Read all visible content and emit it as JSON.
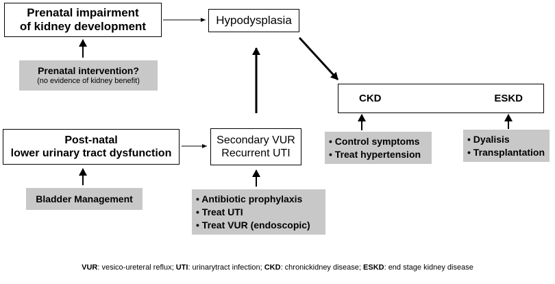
{
  "boxes": {
    "prenatal_impairment": [
      "Prenatal impairment",
      "of kidney development"
    ],
    "hypodysplasia": "Hypodysplasia",
    "ckd": "CKD",
    "eskd": "ESKD",
    "postnatal_dysfunction": [
      "Post-natal",
      "lower urinary tract dysfunction"
    ],
    "secondary_vur": [
      "Secondary VUR",
      "Recurrent UTI"
    ]
  },
  "interventions": {
    "prenatal": {
      "title": "Prenatal intervention?",
      "note": "(no evidence of kidney benefit)"
    },
    "bladder": "Bladder Management",
    "vur_uti": [
      "Antibiotic prophylaxis",
      "Treat UTI",
      "Treat VUR (endoscopic)"
    ],
    "ckd": [
      "Control symptoms",
      "Treat hypertension"
    ],
    "eskd": [
      "Dyalisis",
      "Transplantation"
    ]
  },
  "legend": [
    {
      "abbr": "VUR",
      "desc": ": vesico-ureteral reflux; "
    },
    {
      "abbr": "UTI",
      "desc": ": urinarytract infection;  "
    },
    {
      "abbr": "CKD",
      "desc": ": chronickidney disease; "
    },
    {
      "abbr": "ESKD",
      "desc": ": end stage kidney disease"
    }
  ],
  "colors": {
    "intervention_fill": "#c8c8c8",
    "border": "#000000"
  }
}
